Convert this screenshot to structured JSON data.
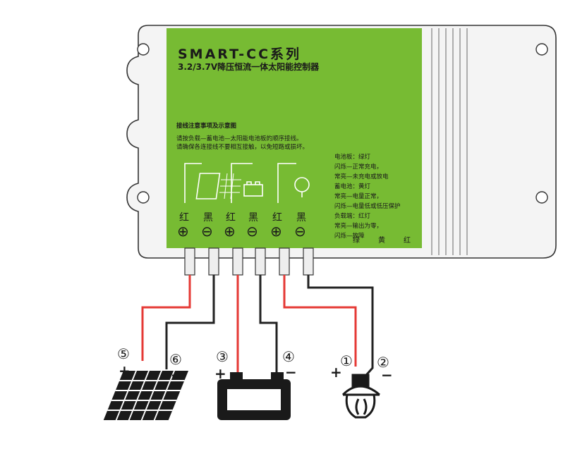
{
  "device": {
    "title": "SMART-CC系列",
    "subtitle": "3.2/3.7V降压恒流一体太阳能控制器",
    "panel_color": "#77bb33",
    "notes_heading": "接线注意事项及示意图",
    "notes": [
      "请按负载—蓄电池—太阳能电池板的顺序接线。",
      "请确保各连接线不要相互接触，以免短路或损坏。"
    ],
    "led_legend": [
      "电池板：绿灯",
      "闪烁—正常充电，",
      "常亮—未充电或放电",
      "蓄电池：黄灯",
      "常亮—电量正常，",
      "闪烁—电量低或低压保护",
      "负载端：红灯",
      "常亮—输出为零，",
      "闪烁—故障"
    ],
    "led_labels": [
      "绿",
      "黄",
      "红"
    ],
    "terminals": [
      {
        "color_label": "红",
        "polarity": "⊕"
      },
      {
        "color_label": "黑",
        "polarity": "⊖"
      },
      {
        "color_label": "红",
        "polarity": "⊕"
      },
      {
        "color_label": "黑",
        "polarity": "⊖"
      },
      {
        "color_label": "红",
        "polarity": "⊕"
      },
      {
        "color_label": "黑",
        "polarity": "⊖"
      }
    ]
  },
  "wires": {
    "red": "#e53935",
    "black": "#222222"
  },
  "connections": {
    "solar_panel": {
      "plus_number": "⑤",
      "minus_number": "⑥",
      "plus": "+",
      "minus": "−"
    },
    "battery": {
      "plus_number": "③",
      "minus_number": "④",
      "plus": "+",
      "minus": "−"
    },
    "lamp": {
      "plus_number": "①",
      "minus_number": "②",
      "plus": "+",
      "minus": "−"
    }
  }
}
